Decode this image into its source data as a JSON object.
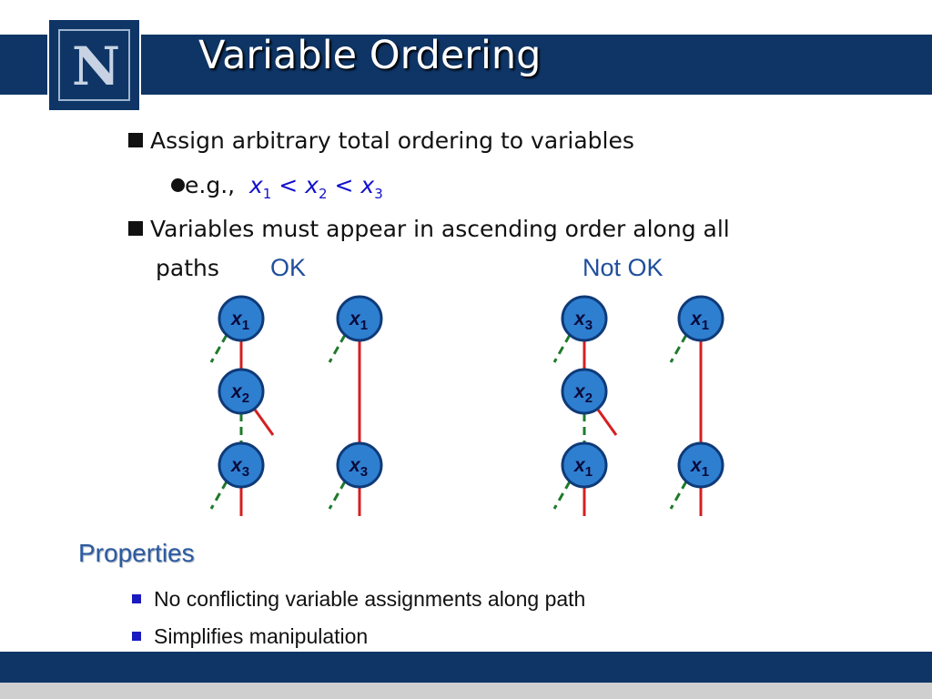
{
  "title": "Variable Ordering",
  "logo": {
    "letter": "N"
  },
  "bullets": {
    "b1": "Assign arbitrary total ordering to variables",
    "eg_prefix": "e.g.,",
    "b2_line1": "Variables must appear in ascending order along all",
    "b2_line2": "paths"
  },
  "math_example": {
    "v": "x",
    "s1": "1",
    "s2": "2",
    "s3": "3",
    "lt": "<"
  },
  "labels": {
    "ok": "OK",
    "not_ok": "Not OK"
  },
  "colors": {
    "header": "#0e3566",
    "node_fill": "#2e7fd0",
    "node_stroke": "#0f3a78",
    "high_edge": "#d42020",
    "low_edge": "#1f7a2a",
    "example_text": "#1111cc"
  },
  "diagrams": [
    {
      "group": "OK",
      "nodes": [
        {
          "var": "x",
          "sub": "1"
        },
        {
          "var": "x",
          "sub": "2"
        },
        {
          "var": "x",
          "sub": "3"
        }
      ]
    },
    {
      "group": "OK",
      "nodes": [
        {
          "var": "x",
          "sub": "1"
        },
        {
          "var": "x",
          "sub": "3"
        }
      ]
    },
    {
      "group": "Not OK",
      "nodes": [
        {
          "var": "x",
          "sub": "3"
        },
        {
          "var": "x",
          "sub": "2"
        },
        {
          "var": "x",
          "sub": "1"
        }
      ]
    },
    {
      "group": "Not OK",
      "nodes": [
        {
          "var": "x",
          "sub": "1"
        },
        {
          "var": "x",
          "sub": "1"
        }
      ]
    }
  ],
  "properties": {
    "heading": "Properties",
    "items": [
      "No conflicting variable assignments along path",
      "Simplifies manipulation"
    ]
  }
}
